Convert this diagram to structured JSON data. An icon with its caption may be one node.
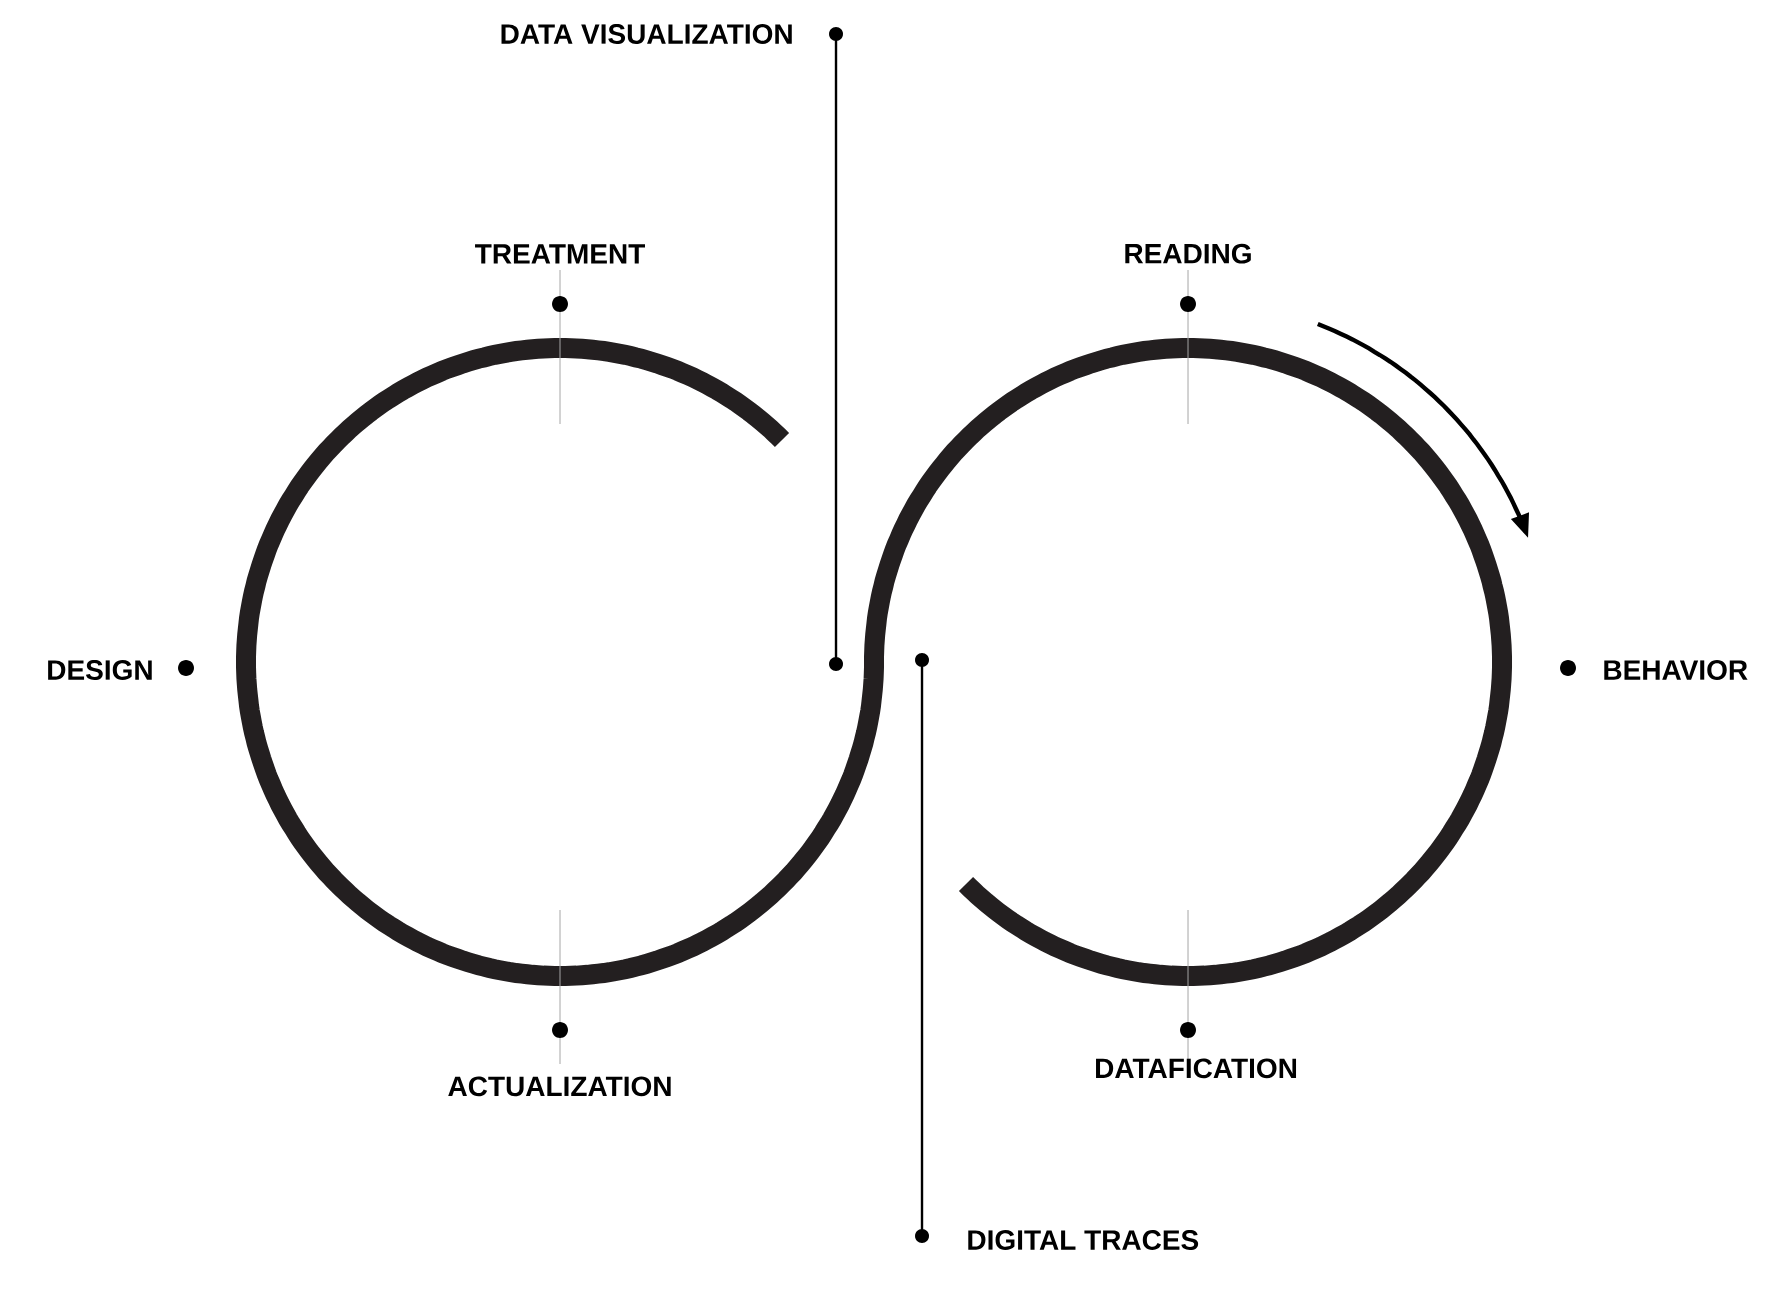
{
  "diagram": {
    "nodes": [
      {
        "text": [
          "DATA VISUALIZATION"
        ]
      },
      {
        "text": [
          "DIGITAL TRACES"
        ]
      }
    ],
    "edges": [
      {
        "from": 0,
        "to": null,
        "arrow": "other"
      },
      {
        "from": 1,
        "to": null,
        "arrow": "other"
      }
    ],
    "labels": [
      "TREATMENT",
      "READING",
      "DESIGN",
      "BEHAVIOR",
      "ACTUALIZATION",
      "DATAFICATION"
    ]
  }
}
